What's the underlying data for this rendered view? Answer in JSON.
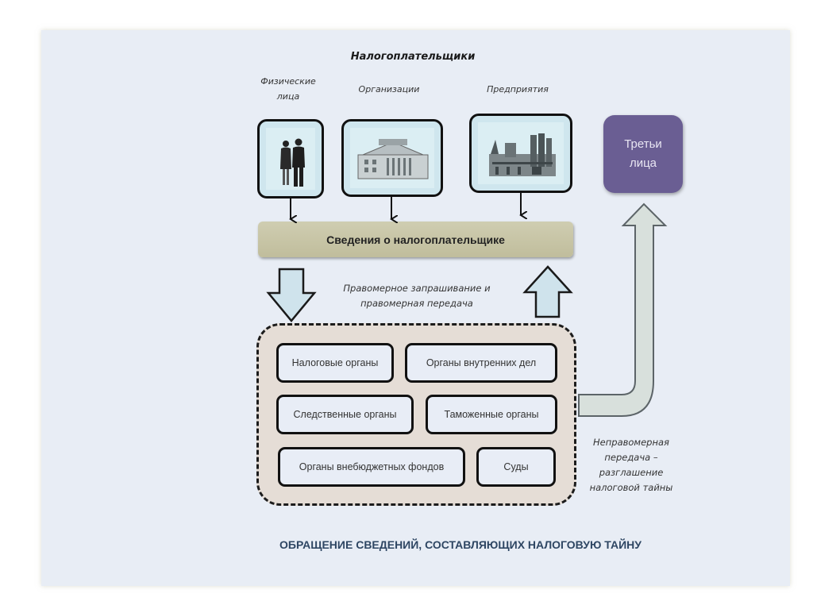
{
  "diagram": {
    "header": "Налогоплательщики",
    "taxpayers": [
      {
        "caption_line1": "Физические",
        "caption_line2": "лица",
        "image": "people-icon"
      },
      {
        "caption": "Организации",
        "image": "building-icon"
      },
      {
        "caption": "Предприятия",
        "image": "factory-icon"
      }
    ],
    "third_parties": {
      "line1": "Третьи",
      "line2": "лица"
    },
    "info_bar": "Сведения о налогоплательщике",
    "lawful_exchange": {
      "line1": "Правомерное запрашивание и",
      "line2": "правомерная передача"
    },
    "authorities": [
      "Налоговые органы",
      "Органы внутренних дел",
      "Следственные органы",
      "Таможенные органы",
      "Органы внебюджетных фондов",
      "Суды"
    ],
    "unlawful_transfer": {
      "line1": "Неправомерная",
      "line2": "передача –",
      "line3": "разглашение",
      "line4": "налоговой тайны"
    },
    "footer_title": "ОБРАЩЕНИЕ СВЕДЕНИЙ, СОСТАВЛЯЮЩИХ НАЛОГОВУЮ ТАЙНУ"
  },
  "colors": {
    "slide_bg": "#e8edf5",
    "third_parties_fill": "#6a5e93",
    "info_bar_fill": "#c7c4a6",
    "dashed_group_fill": "#e5ddd6",
    "arrow_fill": "#cfe3ec",
    "bent_arrow_fill": "#d8e0dc",
    "footer_text": "#2e4663"
  }
}
